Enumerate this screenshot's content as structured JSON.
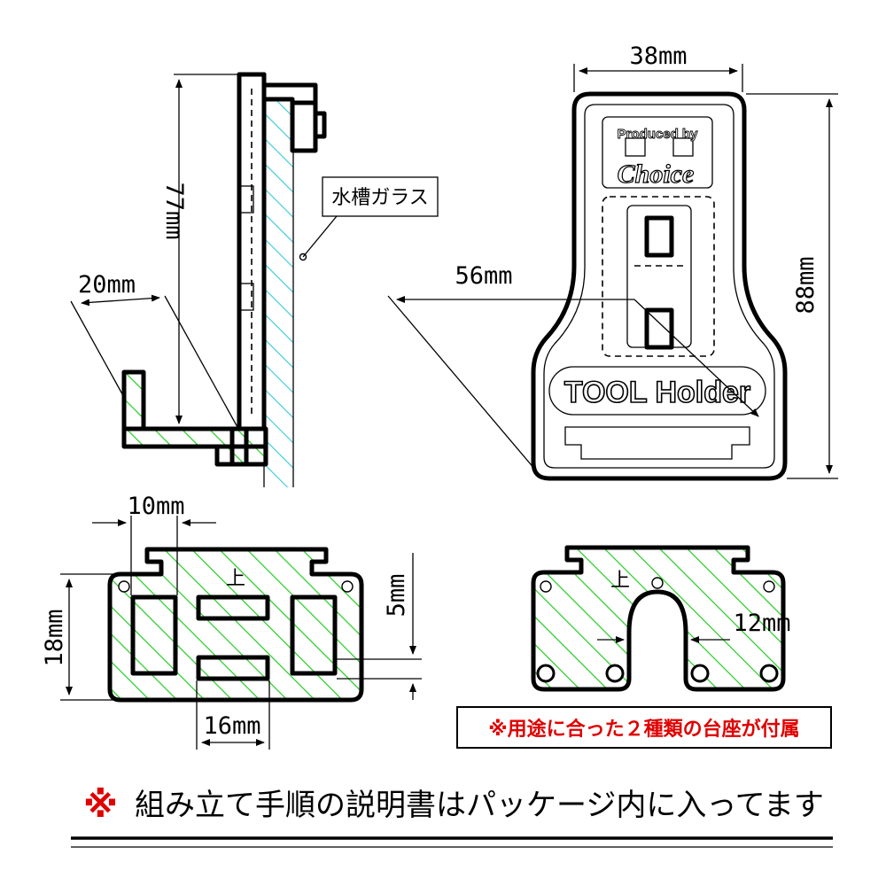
{
  "side_view": {
    "height_dim": "77mm",
    "hook_dim": "20mm",
    "glass_label": "水槽ガラス"
  },
  "front_view": {
    "width_dim": "38mm",
    "height_dim": "88mm",
    "diag_dim": "56mm",
    "plate_text": "TOOL Holder",
    "logo_top": "Produced by",
    "logo_bottom": "Choice"
  },
  "base_a": {
    "dim_slot_width": "10mm",
    "dim_height": "18mm",
    "dim_side": "5mm",
    "dim_bottom": "16mm",
    "mark": "上"
  },
  "base_b": {
    "dim_notch": "12mm",
    "mark": "上"
  },
  "notes": {
    "red_note": "※用途に合った２種類の台座が付属",
    "footer_mark": "※",
    "footer_text": "組み立て手順の説明書はパッケージ内に入ってます"
  },
  "colors": {
    "hatch_green": "#22cc22",
    "hatch_cyan": "#33c8d8",
    "note_red": "#e00000"
  }
}
